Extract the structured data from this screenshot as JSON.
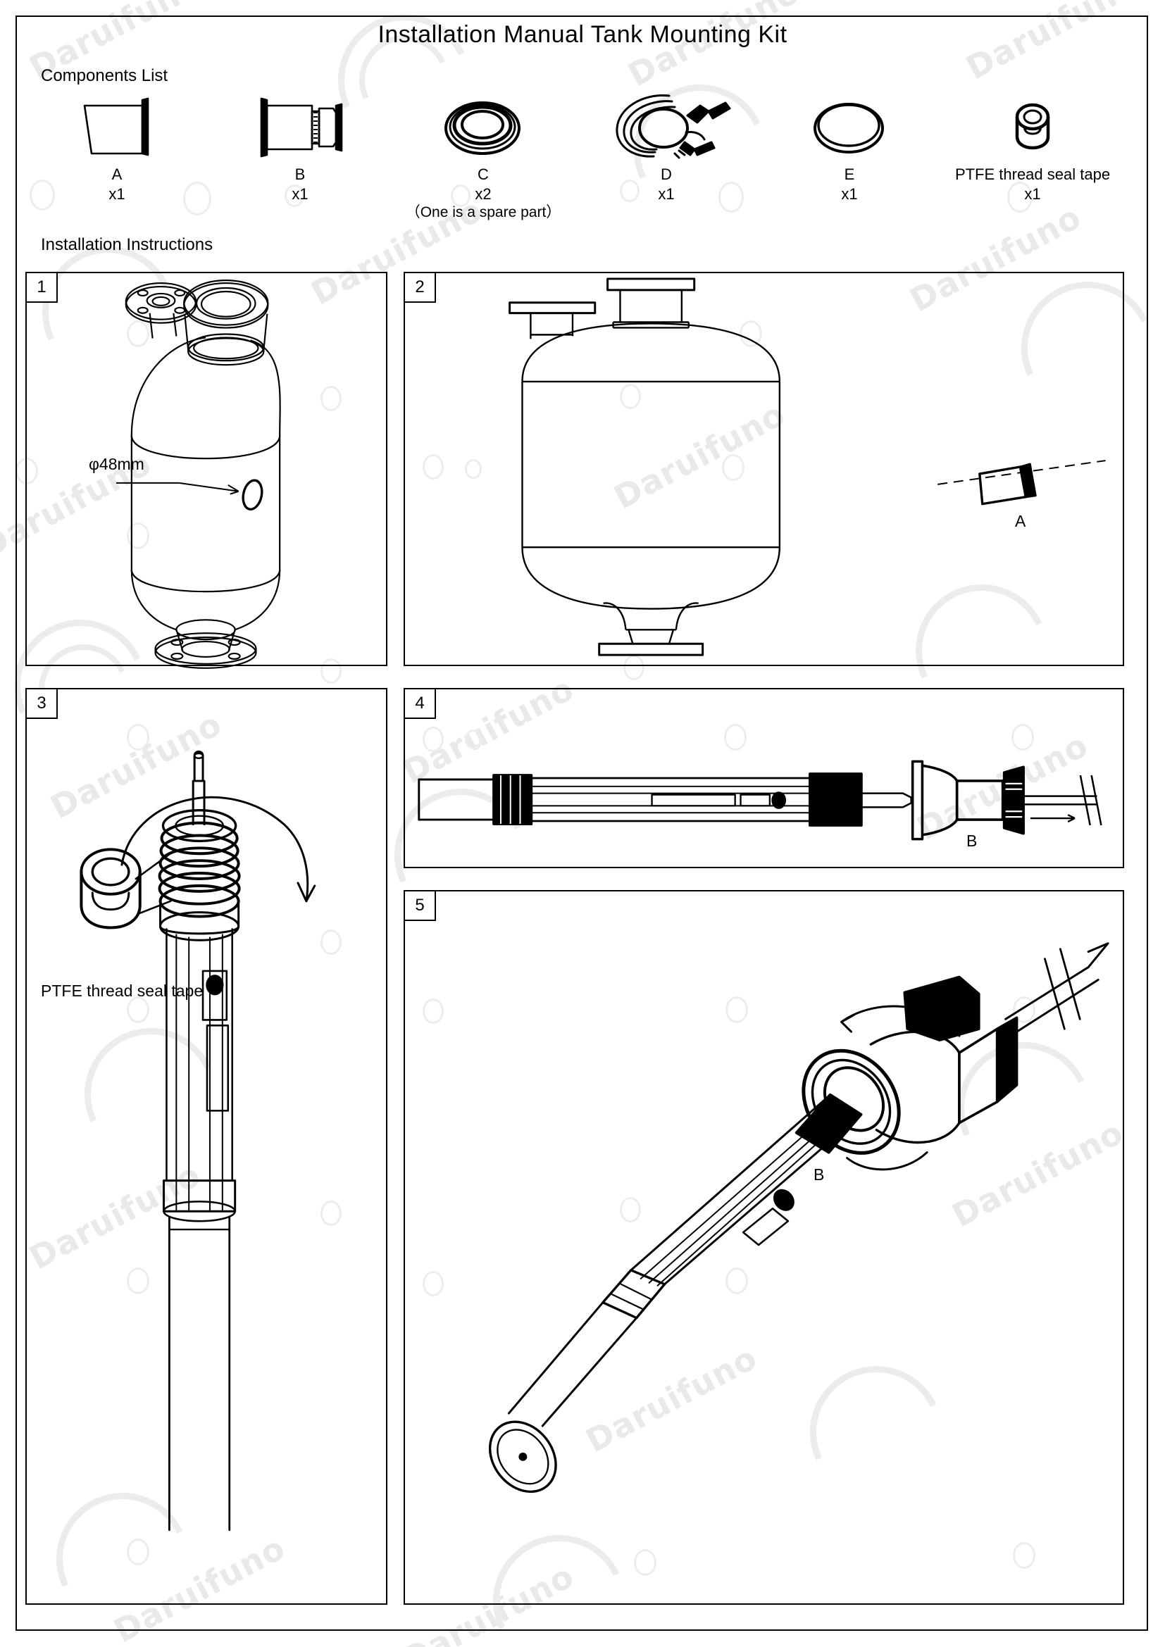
{
  "document": {
    "title": "Installation Manual Tank Mounting Kit",
    "components_heading": "Components List",
    "instructions_heading": "Installation Instructions",
    "watermark_text": "Daruifuno"
  },
  "components": [
    {
      "id": "A",
      "icon": "ferrule-adapter-icon",
      "label": "A",
      "qty": "x1",
      "note": ""
    },
    {
      "id": "B",
      "icon": "tank-adapter-icon",
      "label": "B",
      "qty": "x1",
      "note": ""
    },
    {
      "id": "C",
      "icon": "gasket-ring-icon",
      "label": "C",
      "qty": "x2",
      "note": "（One is a spare part）"
    },
    {
      "id": "D",
      "icon": "tri-clamp-icon",
      "label": "D",
      "qty": "x1",
      "note": ""
    },
    {
      "id": "E",
      "icon": "o-ring-icon",
      "label": "E",
      "qty": "x1",
      "note": ""
    },
    {
      "id": "PTFE",
      "icon": "ptfe-tape-roll-icon",
      "label": "PTFE thread seal tape",
      "qty": "x1",
      "note": ""
    }
  ],
  "panels": [
    {
      "number": "1",
      "art": "tank-isometric-with-port",
      "labels": [
        {
          "name": "port-diameter",
          "text": "φ48mm"
        }
      ]
    },
    {
      "number": "2",
      "art": "tank-elevation-with-part-a",
      "labels": [
        {
          "name": "part-a-callout",
          "text": "A"
        }
      ]
    },
    {
      "number": "3",
      "art": "sensor-probe-with-ptfe-tape",
      "labels": [
        {
          "name": "ptfe-callout",
          "text": "PTFE thread seal tape"
        }
      ]
    },
    {
      "number": "4",
      "art": "probe-aligned-with-part-b",
      "labels": [
        {
          "name": "part-b-callout",
          "text": "B"
        }
      ]
    },
    {
      "number": "5",
      "art": "probe-tightened-into-part-b",
      "labels": [
        {
          "name": "part-b-callout",
          "text": "B"
        }
      ]
    }
  ]
}
